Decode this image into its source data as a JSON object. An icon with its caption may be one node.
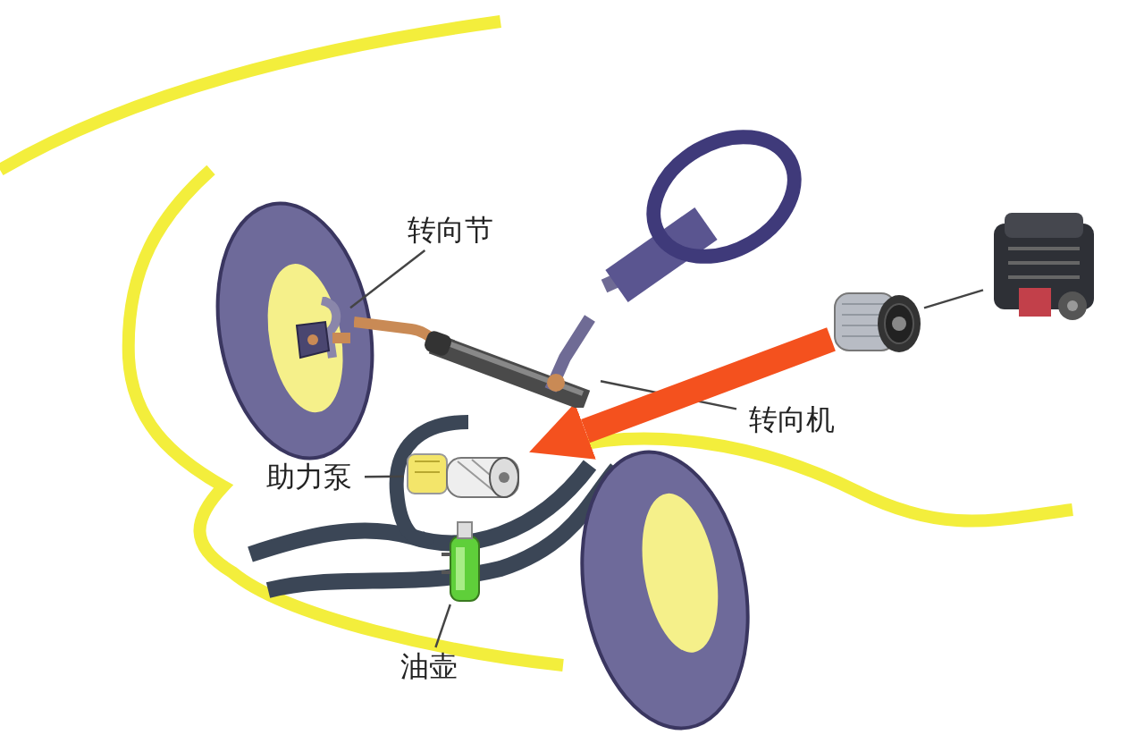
{
  "diagram": {
    "nodes": [
      {
        "text": [
          "转向节"
        ]
      },
      {
        "text": [],
        "shape": "picture"
      },
      {
        "text": [
          "助力泵"
        ]
      },
      {
        "text": [],
        "shape": "picture"
      },
      {
        "text": [
          "转向机"
        ]
      },
      {
        "text": [],
        "shape": "picture"
      },
      {
        "text": [
          "油壶"
        ]
      },
      {
        "text": [],
        "shape": "picture"
      },
      {
        "text": [],
        "shape": "picture"
      },
      {
        "text": [],
        "shape": "picture"
      }
    ],
    "edges": [
      {
        "from": 0,
        "to": 1,
        "arrow": "none"
      },
      {
        "from": 2,
        "to": 3,
        "arrow": "none"
      },
      {
        "from": 4,
        "to": 5,
        "arrow": "none"
      },
      {
        "from": 6,
        "to": 7,
        "arrow": "none"
      },
      {
        "from": 8,
        "to": 3,
        "arrow": "to",
        "style": "thick",
        "color": "#f4511e"
      },
      {
        "from": 9,
        "to": 8,
        "arrow": "none"
      }
    ]
  }
}
